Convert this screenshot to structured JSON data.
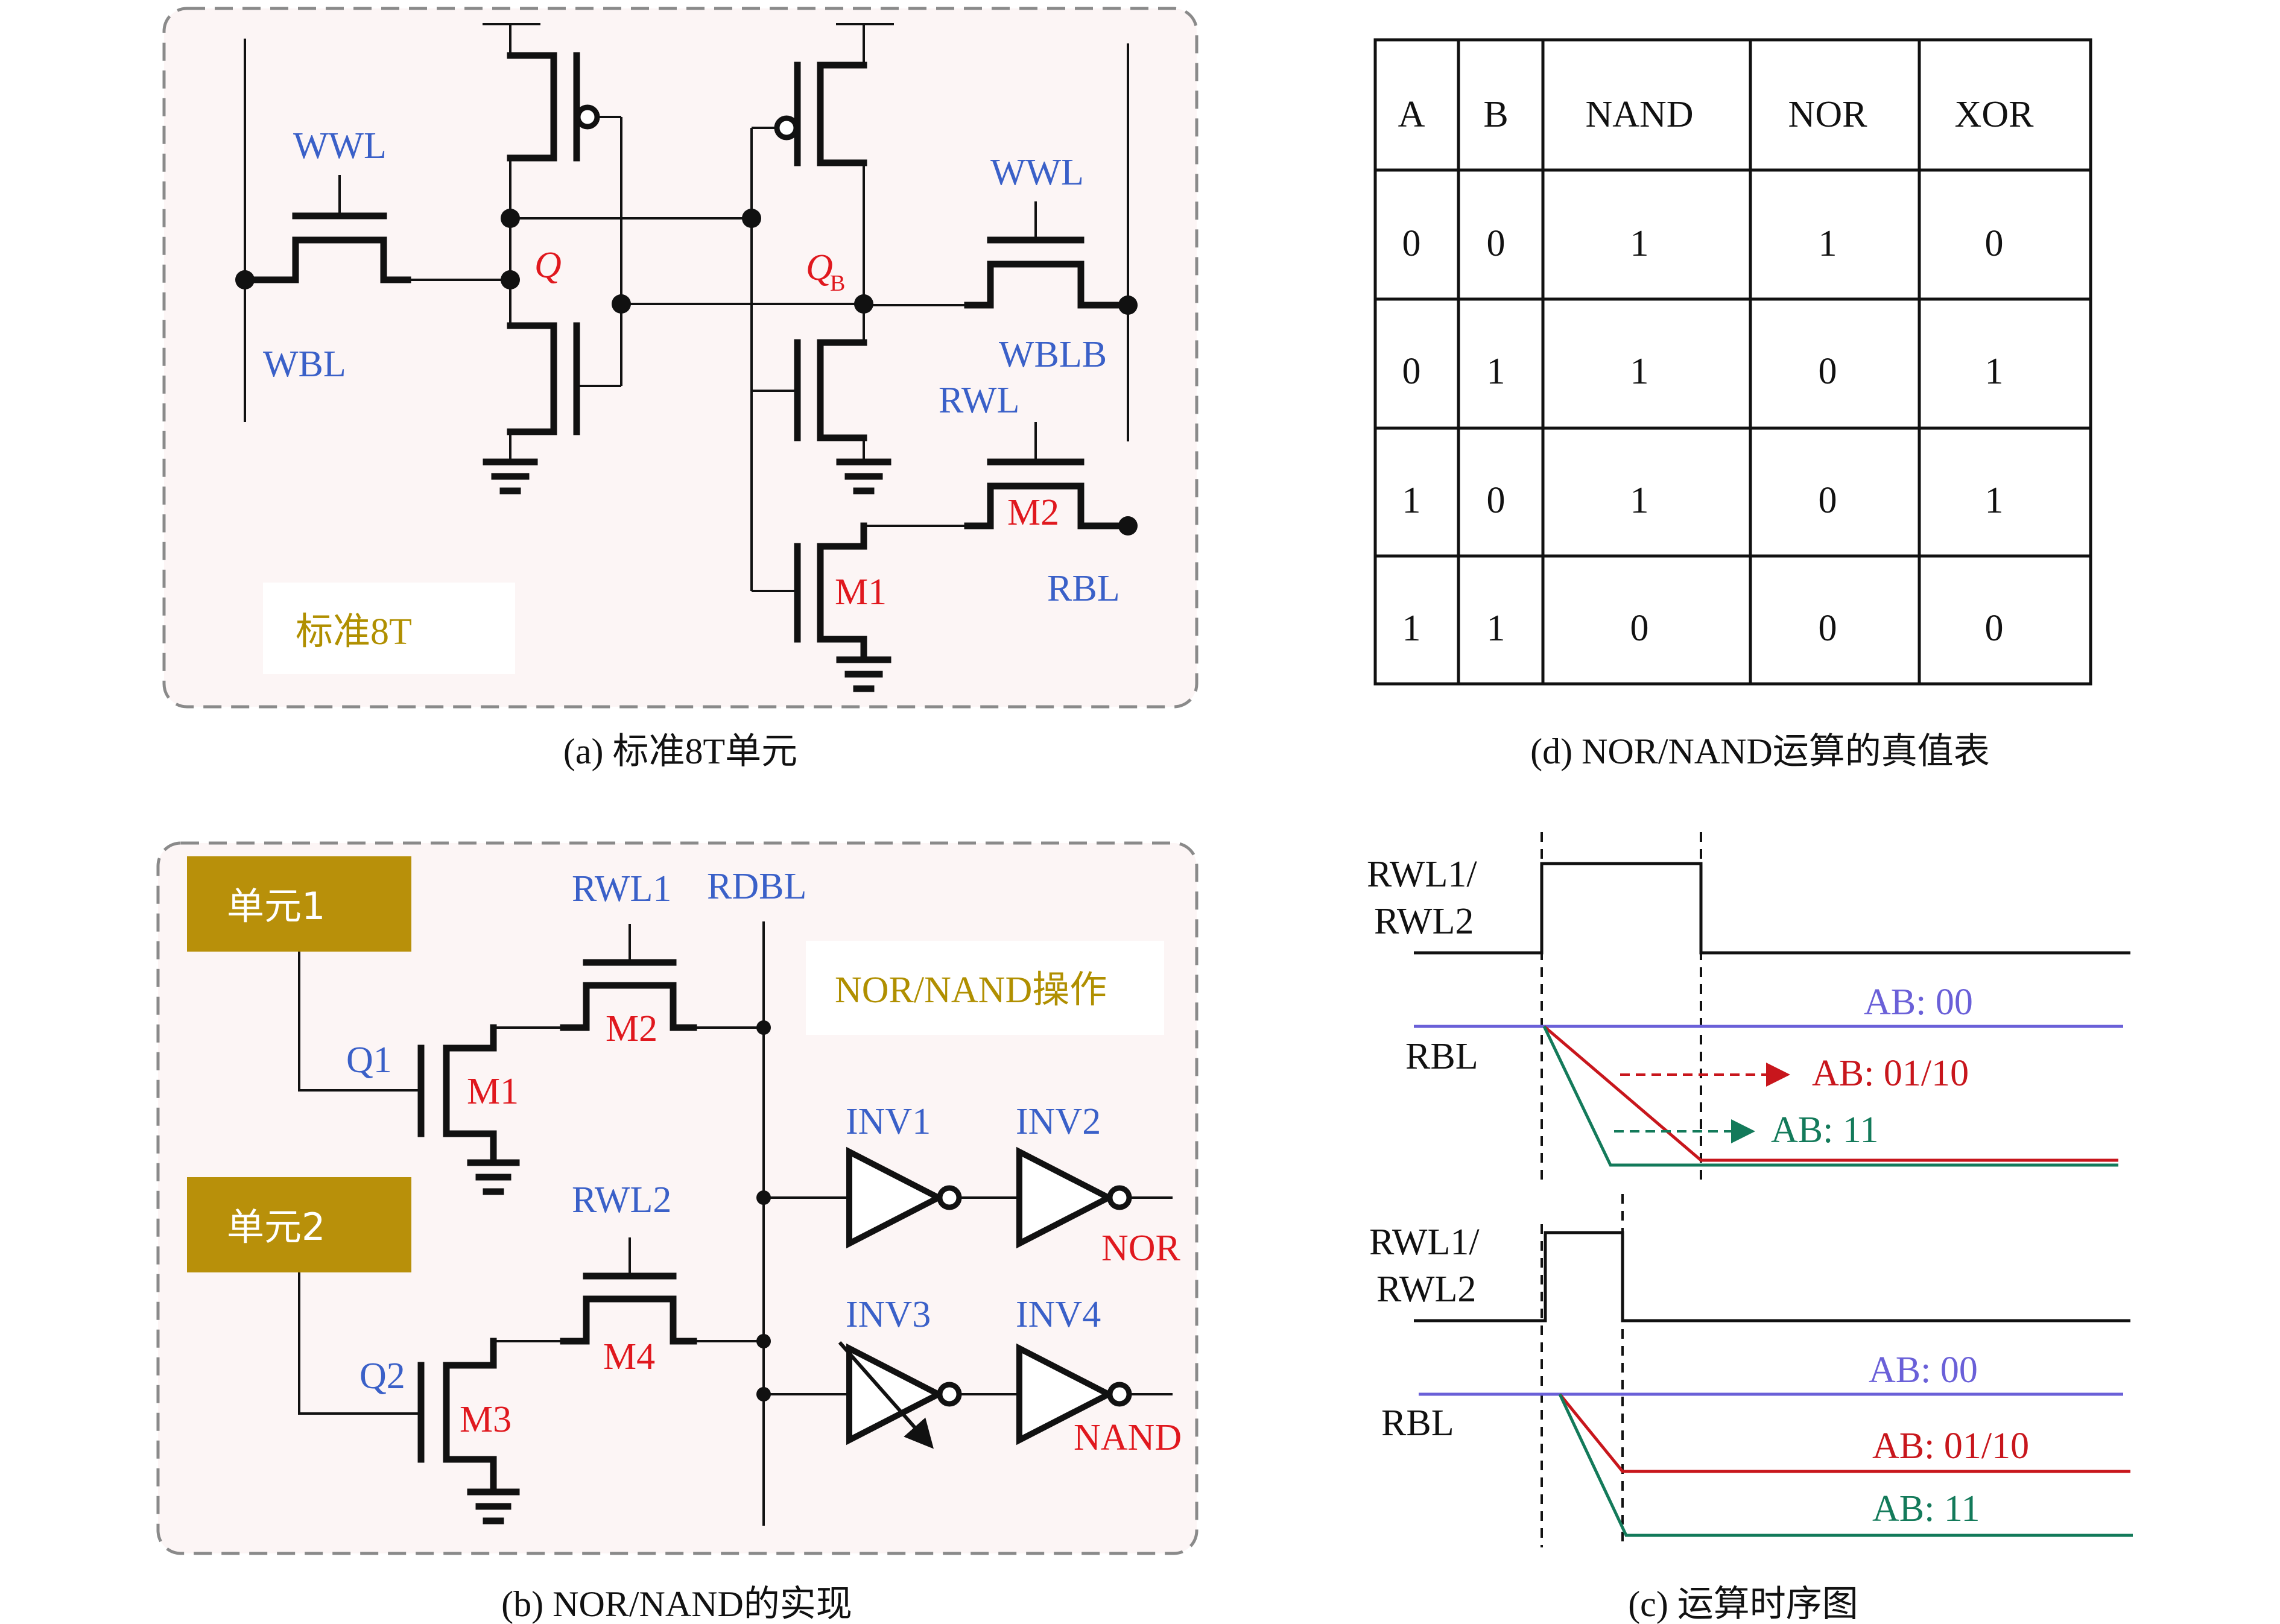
{
  "panel_a": {
    "caption": "(a) 标准8T单元",
    "tag": "标准8T",
    "labels": {
      "wwl_left": "WWL",
      "wbl": "WBL",
      "q": "Q",
      "qb": "Q",
      "qb_sub": "B",
      "wwl_right": "WWL",
      "wblb": "WBLB",
      "rwl": "RWL",
      "rbl": "RBL",
      "m1": "M1",
      "m2": "M2"
    }
  },
  "panel_b": {
    "caption": "(b) NOR/NAND的实现",
    "tag": "NOR/NAND操作",
    "cell1": "单元1",
    "cell2": "单元2",
    "labels": {
      "rwl1": "RWL1",
      "rdbl": "RDBL",
      "rwl2": "RWL2",
      "q1": "Q1",
      "q2": "Q2",
      "m1": "M1",
      "m2": "M2",
      "m3": "M3",
      "m4": "M4",
      "inv1": "INV1",
      "inv2": "INV2",
      "inv3": "INV3",
      "inv4": "INV4",
      "nor": "NOR",
      "nand": "NAND"
    }
  },
  "panel_c": {
    "caption": "(c) 运算时序图",
    "top": {
      "signal_line1": "RWL1/",
      "signal_line2": "RWL2",
      "rbl": "RBL",
      "ab00": "AB: 00",
      "ab0110": "AB: 01/10",
      "ab11": "AB: 11"
    },
    "bottom": {
      "signal_line1": "RWL1/",
      "signal_line2": "RWL2",
      "rbl": "RBL",
      "ab00": "AB: 00",
      "ab0110": "AB: 01/10",
      "ab11": "AB: 11"
    }
  },
  "panel_d": {
    "caption": "(d) NOR/NAND运算的真值表",
    "headers": [
      "A",
      "B",
      "NAND",
      "NOR",
      "XOR"
    ],
    "rows": [
      [
        "0",
        "0",
        "1",
        "1",
        "0"
      ],
      [
        "0",
        "1",
        "1",
        "0",
        "1"
      ],
      [
        "1",
        "0",
        "1",
        "0",
        "1"
      ],
      [
        "1",
        "1",
        "0",
        "0",
        "0"
      ]
    ]
  },
  "colors": {
    "label_blue": "#3a60c8",
    "node_red": "#e0181e",
    "tag_gold": "#b08f00",
    "cell_block": "#b8900a",
    "panel_bg": "#fcf5f5",
    "trace_purple": "#6a60d8",
    "trace_red": "#c8161c",
    "trace_green": "#137a5a"
  }
}
